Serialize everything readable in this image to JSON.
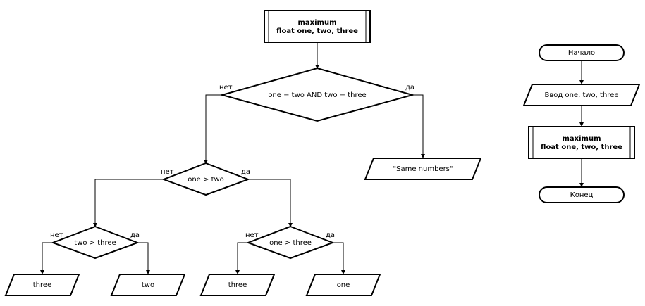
{
  "main": {
    "subprocess": {
      "line1": "maximum",
      "line2": "float one, two, three"
    },
    "cond1": {
      "text": "one = two AND two = three",
      "no": "нет",
      "yes": "да"
    },
    "out_same": "\"Same numbers\"",
    "cond2": {
      "text": "one > two",
      "no": "нет",
      "yes": "да"
    },
    "cond3": {
      "text": "two > three",
      "no": "нет",
      "yes": "да"
    },
    "cond4": {
      "text": "one > three",
      "no": "нет",
      "yes": "да"
    },
    "out1": "three",
    "out2": "two",
    "out3": "three",
    "out4": "one"
  },
  "side": {
    "start": "Начало",
    "input": "Ввод one, two, three",
    "subprocess": {
      "line1": "maximum",
      "line2": "float one, two, three"
    },
    "end": "Конец"
  }
}
